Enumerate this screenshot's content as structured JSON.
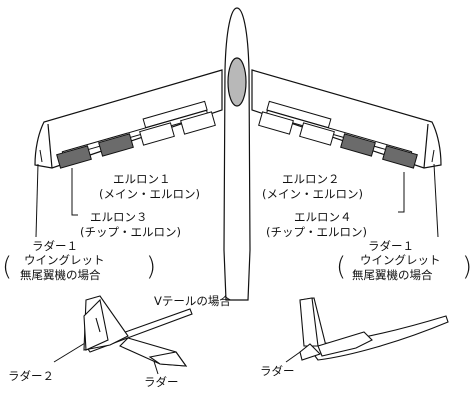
{
  "diagram": {
    "labels": {
      "aileron1": "エルロン１",
      "aileron1_sub": "(メイン・エルロン)",
      "aileron2": "エルロン２",
      "aileron2_sub": "(メイン・エルロン)",
      "aileron3": "エルロン３",
      "aileron3_sub": "(チップ・エルロン)",
      "aileron4": "エルロン４",
      "aileron4_sub": "(チップ・エルロン)",
      "rudder1_left": "ラダー１",
      "rudder1_left_l2": "ウイングレット",
      "rudder1_left_l3": "無尾翼機の場合",
      "rudder1_right": "ラダー１",
      "rudder1_right_l2": "ウイングレット",
      "rudder1_right_l3": "無尾翼機の場合",
      "vtail_case": "Vテールの場合",
      "rudder2": "ラダー２",
      "rudder_vtail": "ラダー",
      "rudder_normal": "ラダー"
    },
    "colors": {
      "line": "#111111",
      "aileron_fill": "#6b6b6b",
      "canopy_fill": "#b8b8b8",
      "surface_fill": "#ffffff"
    }
  }
}
